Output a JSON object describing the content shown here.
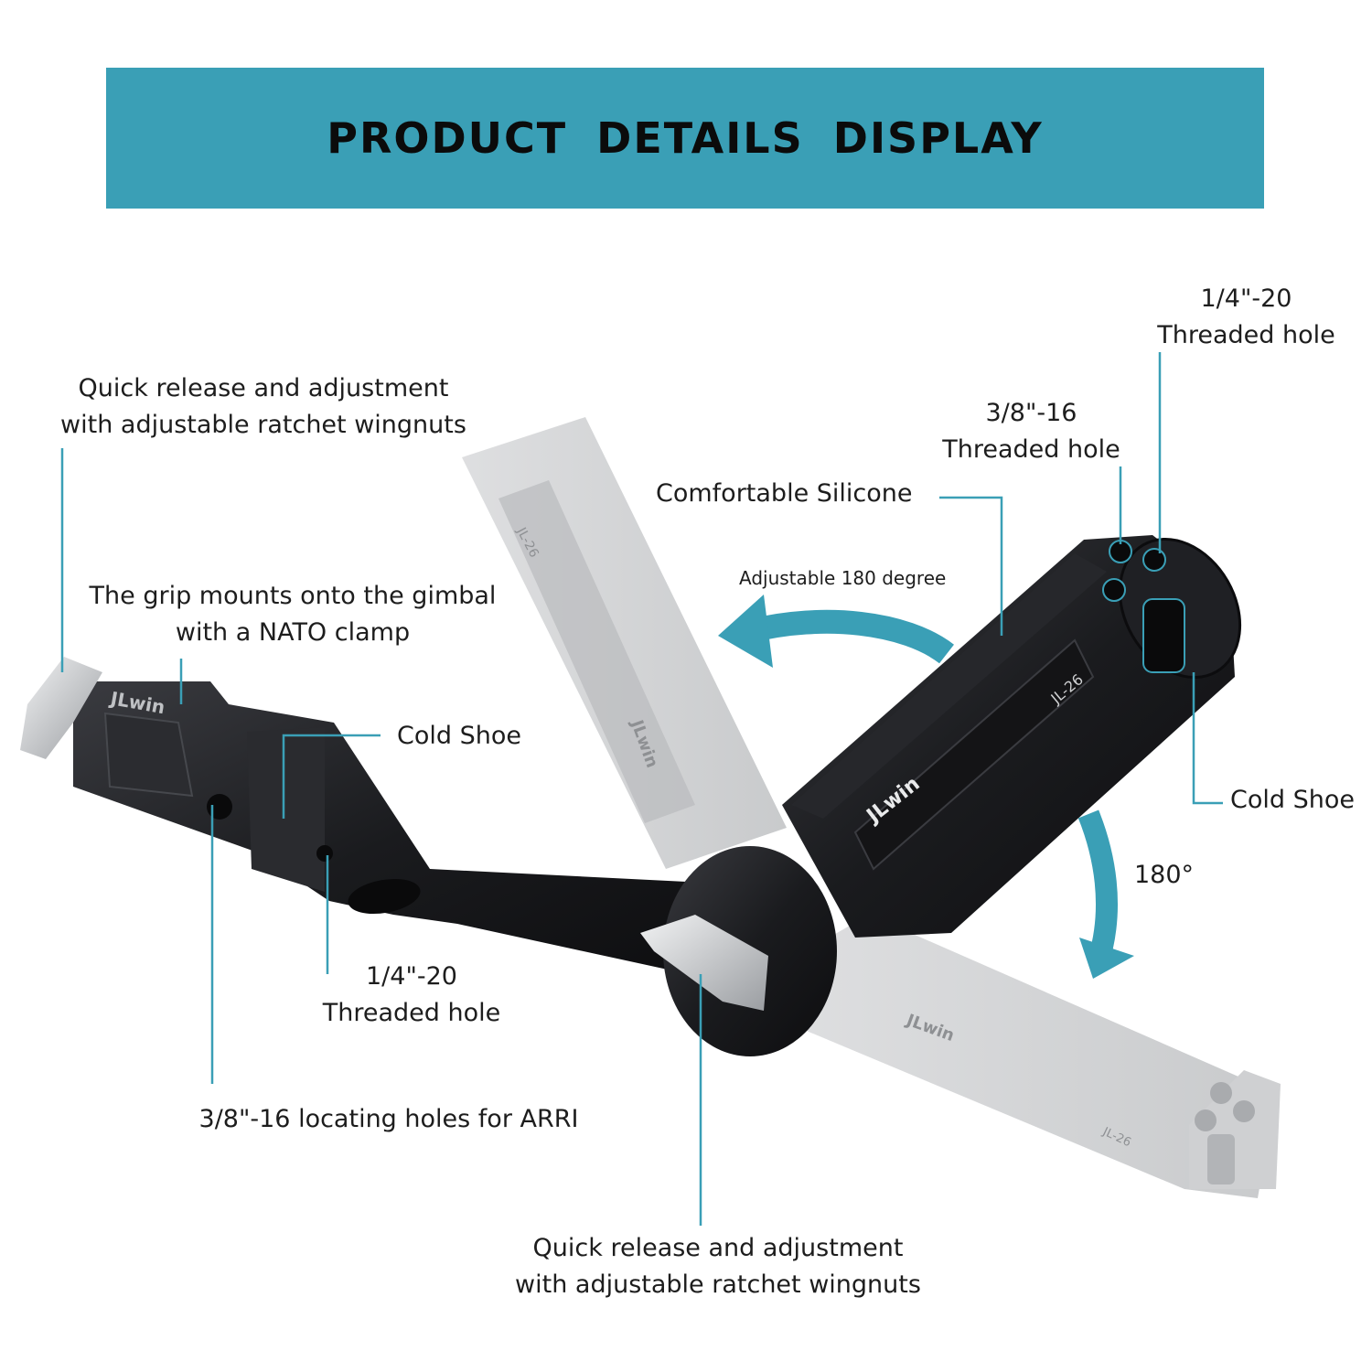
{
  "banner": {
    "title": "PRODUCT  DETAILS  DISPLAY"
  },
  "colors": {
    "accent": "#3a9fb6",
    "pointer": "#3a9fb6",
    "metal": "#1b1b1e",
    "ghost": "#c9cacc"
  },
  "labels": {
    "quick_release_top": {
      "line1": "Quick release and adjustment",
      "line2": "with adjustable ratchet wingnuts"
    },
    "nato_clamp": {
      "line1": "The grip mounts onto the gimbal",
      "line2": "with a NATO clamp"
    },
    "cold_shoe_arm": "Cold Shoe",
    "quarter_hole_arm": {
      "line1": "1/4\"-20",
      "line2": "Threaded hole"
    },
    "arri_holes": "3/8\"-16 locating holes for ARRI",
    "quick_release_bottom": {
      "line1": "Quick release and adjustment",
      "line2": "with adjustable ratchet wingnuts"
    },
    "comfortable_silicone": "Comfortable Silicone",
    "adjustable_180": "Adjustable 180 degree",
    "three_eighths_hole": {
      "line1": "3/8\"-16",
      "line2": "Threaded hole"
    },
    "quarter_hole_top": {
      "line1": "1/4\"-20",
      "line2": "Threaded hole"
    },
    "cold_shoe_handle": "Cold Shoe",
    "rotation_180": "180°"
  },
  "product": {
    "brand_mark": "JLwin",
    "model": "JL-26",
    "icons": [
      "wingnut-icon",
      "rotate-arrow-icon"
    ]
  }
}
